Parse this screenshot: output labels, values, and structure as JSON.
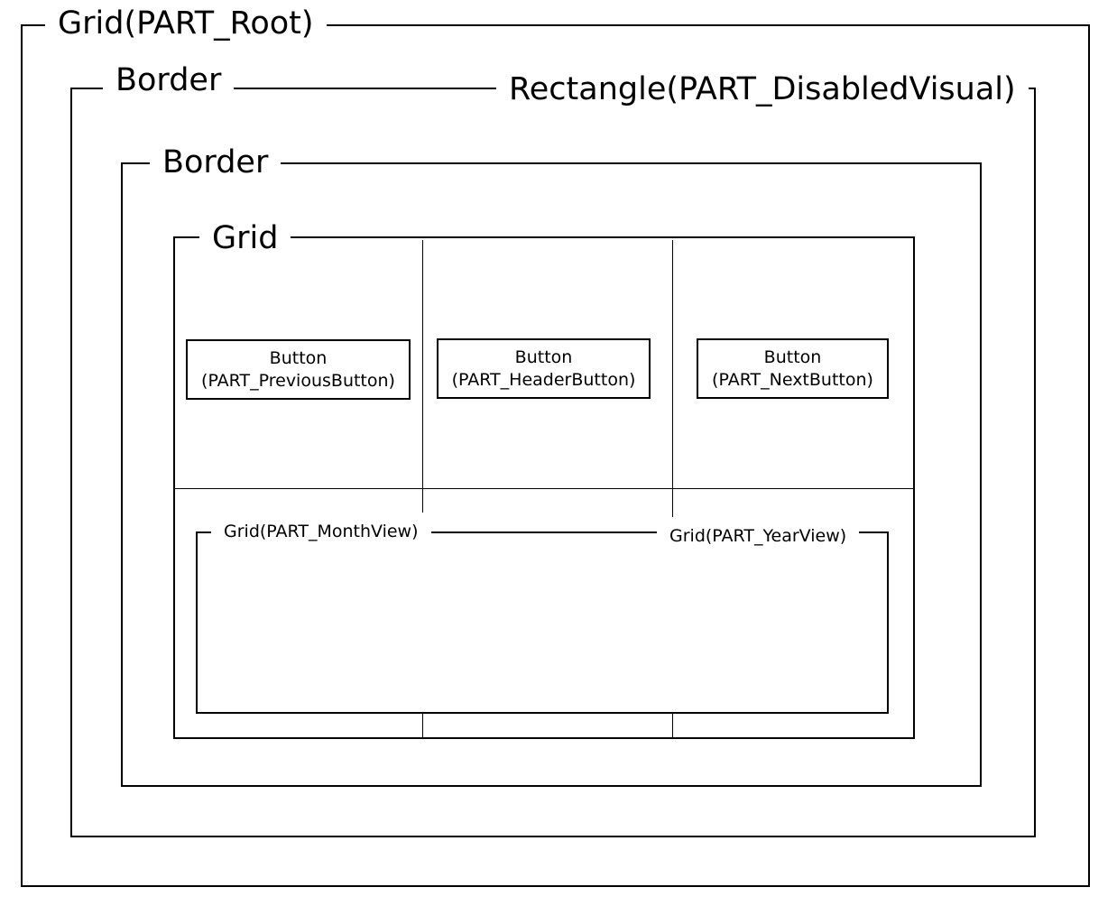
{
  "diagram": {
    "root": {
      "label": "Grid(PART_Root)"
    },
    "outer_border": {
      "label": "Border"
    },
    "disabled_visual": {
      "label": "Rectangle(PART_DisabledVisual)"
    },
    "inner_border": {
      "label": "Border"
    },
    "grid": {
      "label": "Grid"
    },
    "buttons": [
      {
        "line1": "Button",
        "line2": "(PART_PreviousButton)"
      },
      {
        "line1": "Button",
        "line2": "(PART_HeaderButton)"
      },
      {
        "line1": "Button",
        "line2": "(PART_NextButton)"
      }
    ],
    "month_view": {
      "label": "Grid(PART_MonthView)"
    },
    "year_view": {
      "label": "Grid(PART_YearView)"
    }
  }
}
